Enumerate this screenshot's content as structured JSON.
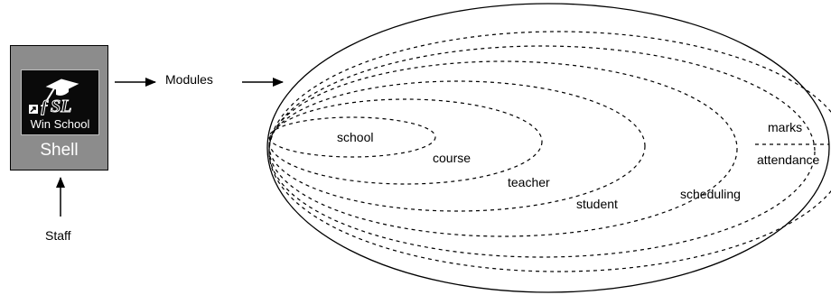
{
  "shell": {
    "app_caption": "Win School",
    "logo_text": "SL",
    "label": "Shell"
  },
  "labels": {
    "modules": "Modules",
    "staff": "Staff"
  },
  "rings": [
    "school",
    "course",
    "teacher",
    "student",
    "scheduling",
    "attendance",
    "marks"
  ]
}
